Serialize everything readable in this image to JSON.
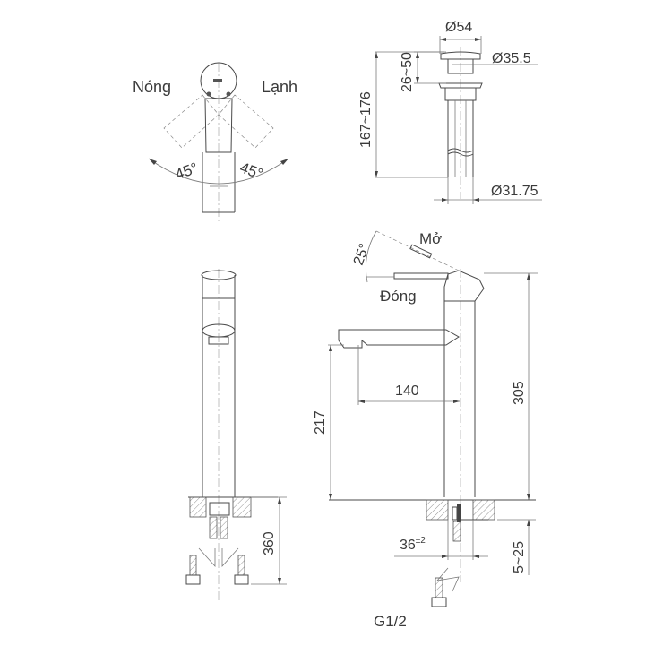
{
  "drawing": {
    "title": "Faucet technical dimension drawing",
    "line_color": "#4a4a4a",
    "background": "#ffffff"
  },
  "top_view": {
    "hot_label": "Nóng",
    "cold_label": "Lạnh",
    "angle_left": "45°",
    "angle_right": "45°"
  },
  "drain": {
    "top_diameter": "Ø54",
    "cap_diameter": "Ø35.5",
    "stroke": "26~50",
    "length": "167~176",
    "pipe_diameter": "Ø31.75"
  },
  "side_view": {
    "open_label": "Mở",
    "closed_label": "Đóng",
    "lever_angle": "25°",
    "spout_reach": "140",
    "spout_height": "217",
    "total_height": "305",
    "hole_diameter": "36",
    "hole_tolerance": "±2",
    "deck_thickness": "5~25",
    "thread": "G1/2"
  },
  "front_view": {
    "hose_length": "360"
  }
}
